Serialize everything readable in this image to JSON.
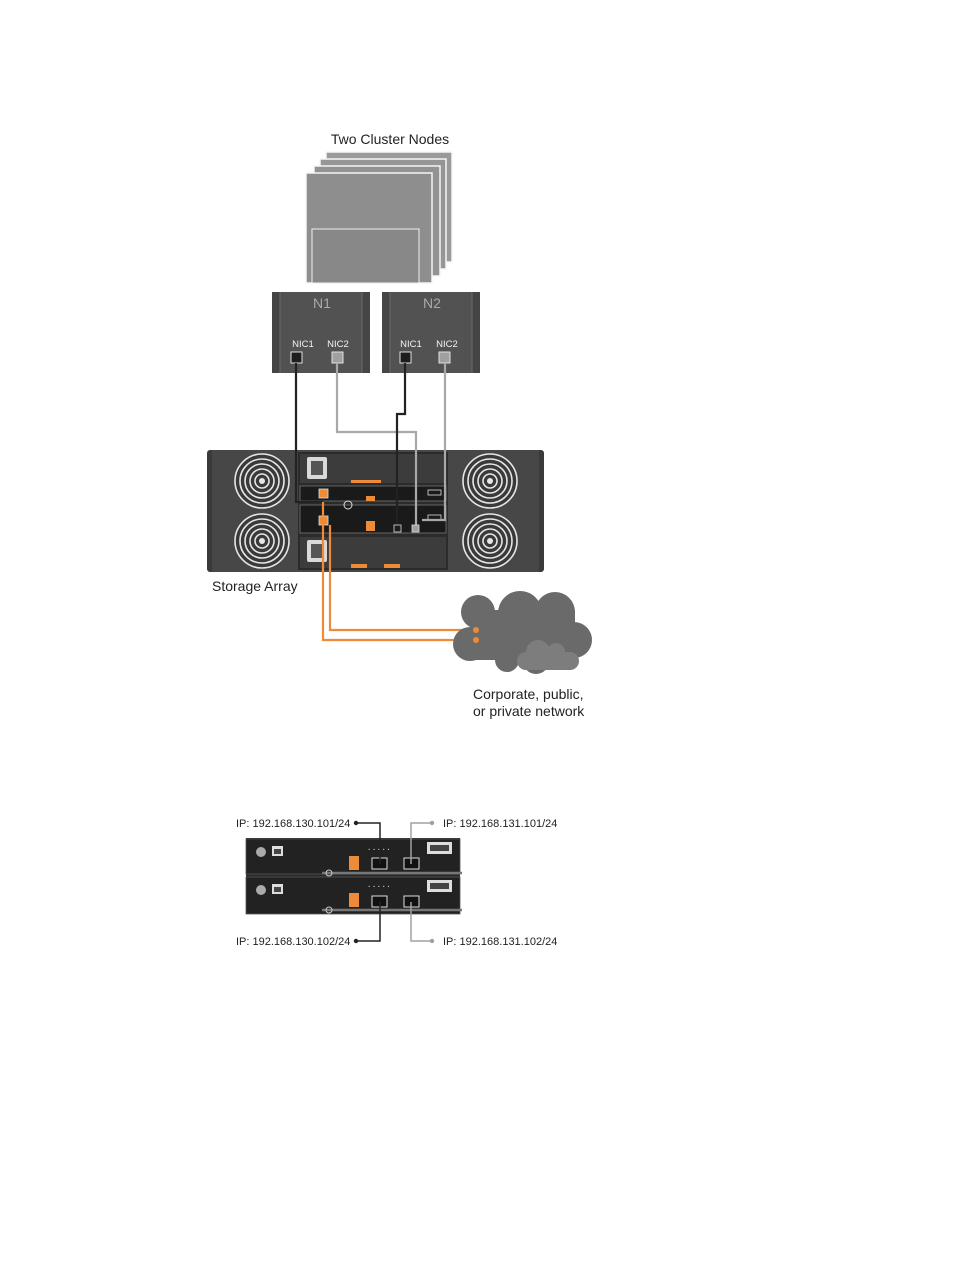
{
  "diagram": {
    "top_label": "Two Cluster Nodes",
    "nodes": [
      {
        "name": "N1",
        "nic1": "NIC1",
        "nic2": "NIC2"
      },
      {
        "name": "N2",
        "nic1": "NIC1",
        "nic2": "NIC2"
      }
    ],
    "storage_label": "Storage Array",
    "network_label_line1": "Corporate, public,",
    "network_label_line2": "or private network"
  },
  "ip_figure": {
    "ip_top_left": "IP: 192.168.130.101/24",
    "ip_top_right": "IP: 192.168.131.101/24",
    "ip_bottom_left": "IP: 192.168.130.102/24",
    "ip_bottom_right": "IP: 192.168.131.102/24"
  },
  "colors": {
    "cable_black": "#222222",
    "cable_gray": "#a8a8a8",
    "cable_orange": "#ee8b3a",
    "chassis": "#4a4a4a",
    "node_box": "#8b8b8b"
  }
}
